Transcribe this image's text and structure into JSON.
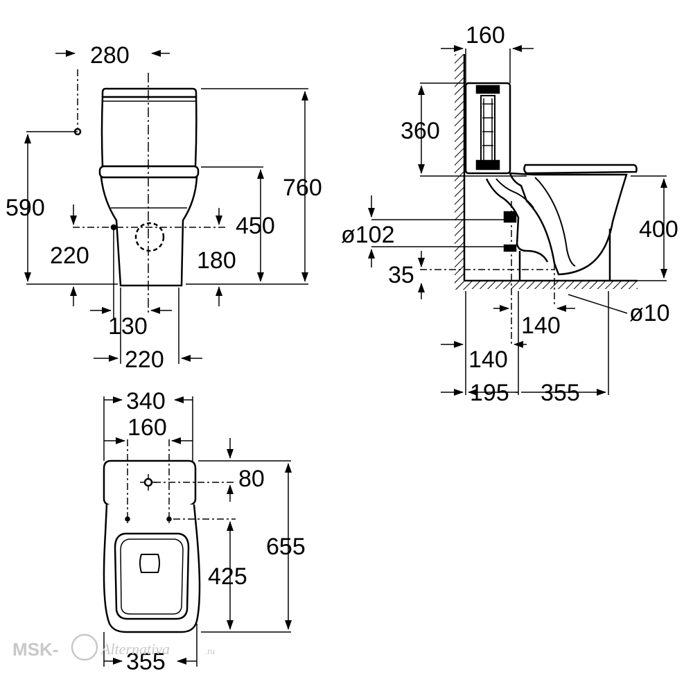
{
  "front_view": {
    "dims": [
      "280",
      "590",
      "760",
      "450",
      "220",
      "180",
      "130",
      "220"
    ]
  },
  "side_view": {
    "dims": [
      "160",
      "360",
      "ø102",
      "400",
      "35",
      "ø10",
      "140",
      "140",
      "195",
      "355"
    ]
  },
  "top_view": {
    "dims": [
      "340",
      "160",
      "80",
      "655",
      "425",
      "355"
    ]
  },
  "watermark": {
    "brand": "MSK-",
    "script": "Alternativa",
    "domain": ".ru"
  }
}
